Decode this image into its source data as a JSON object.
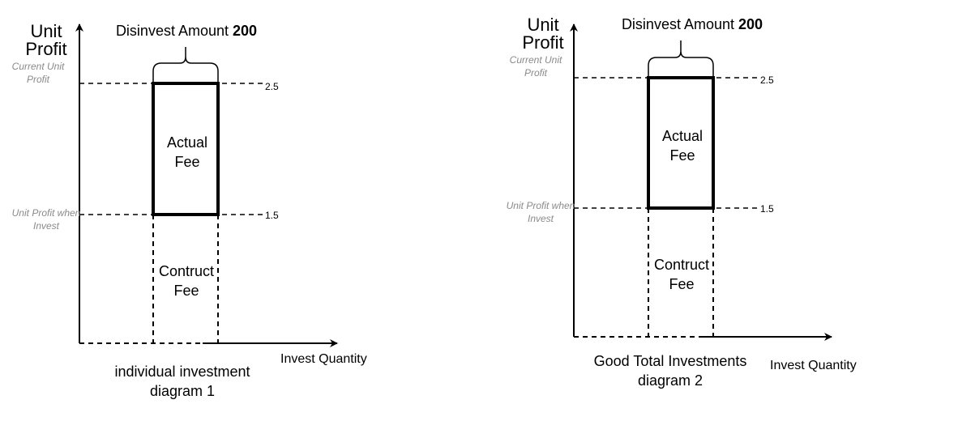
{
  "diagrams": [
    {
      "id": "diagram-1",
      "y_axis_title": [
        "Unit",
        "Profit"
      ],
      "x_axis_title": "Invest Quantity",
      "top_label_text": "Disinvest Amount ",
      "top_label_bold": "200",
      "upper_annotation": [
        "Current Unit",
        "Profit"
      ],
      "lower_annotation": [
        "Unit Profit when",
        "Invest"
      ],
      "upper_tick": "2.5",
      "lower_tick": "1.5",
      "box_label": [
        "Actual",
        "Fee"
      ],
      "lower_label": [
        "Contruct",
        "Fee"
      ],
      "caption": [
        "individual investment",
        "diagram 1"
      ]
    },
    {
      "id": "diagram-2",
      "y_axis_title": [
        "Unit",
        "Profit"
      ],
      "x_axis_title": "Invest Quantity",
      "top_label_text": "Disinvest Amount ",
      "top_label_bold": "200",
      "upper_annotation": [
        "Current Unit",
        "Profit"
      ],
      "lower_annotation": [
        "Unit Profit when",
        "Invest"
      ],
      "upper_tick": "2.5",
      "lower_tick": "1.5",
      "box_label": [
        "Actual",
        "Fee"
      ],
      "lower_label": [
        "Contruct",
        "Fee"
      ],
      "caption": [
        "Good Total Investments",
        "diagram 2"
      ]
    }
  ],
  "colors": {
    "line": "#000000",
    "annotation": "#8a8a8a"
  }
}
